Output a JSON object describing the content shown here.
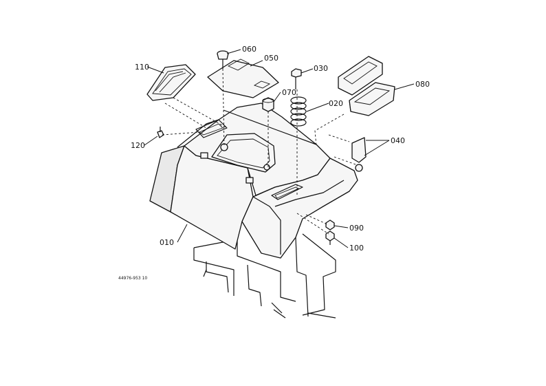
{
  "figure_code": "44976-953 10",
  "parts": [
    {
      "id": "p010",
      "label": "010"
    },
    {
      "id": "p020",
      "label": "020"
    },
    {
      "id": "p030",
      "label": "030"
    },
    {
      "id": "p040",
      "label": "040"
    },
    {
      "id": "p050",
      "label": "050"
    },
    {
      "id": "p060",
      "label": "060"
    },
    {
      "id": "p070",
      "label": "070"
    },
    {
      "id": "p080",
      "label": "080"
    },
    {
      "id": "p090",
      "label": "090"
    },
    {
      "id": "p100",
      "label": "100"
    },
    {
      "id": "p110",
      "label": "110"
    },
    {
      "id": "p120",
      "label": "120"
    }
  ]
}
